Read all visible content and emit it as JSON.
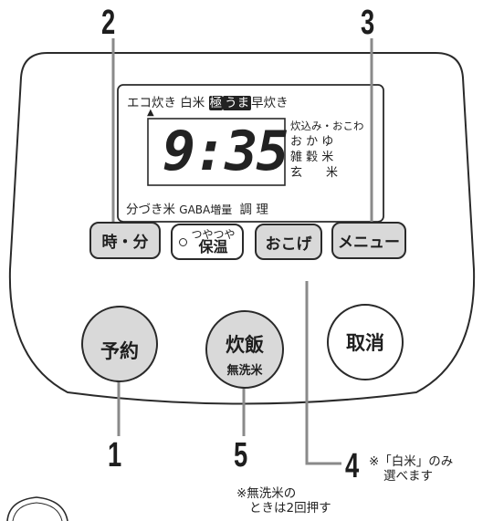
{
  "lcd": {
    "top_modes": {
      "eco": "エコ炊き",
      "hakumai": "白米",
      "goku": "極",
      "uma": "うま",
      "hayadaki": "早炊き"
    },
    "time": "9:35",
    "menu_right": [
      "炊込み・おこわ",
      "お か ゆ",
      "雑 穀 米",
      "玄　　米"
    ],
    "bottom_modes": [
      "分づき米",
      "GABA増量",
      "調 理"
    ]
  },
  "buttons": {
    "time_min": "時・分",
    "tsuyatsuya_top": "つやつや",
    "tsuyatsuya_bottom": "保温",
    "okoge": "おこげ",
    "menu": "メニュー",
    "yoyaku": "予約",
    "suihan": "炊飯",
    "musenmai": "無洗米",
    "torikeshi": "取消"
  },
  "callouts": [
    "1",
    "2",
    "3",
    "4",
    "5"
  ],
  "notes": {
    "note4_line1": "※「白米」のみ",
    "note4_line2": "選べます",
    "note5_line1": "※無洗米の",
    "note5_line2": "ときは2回押す"
  }
}
